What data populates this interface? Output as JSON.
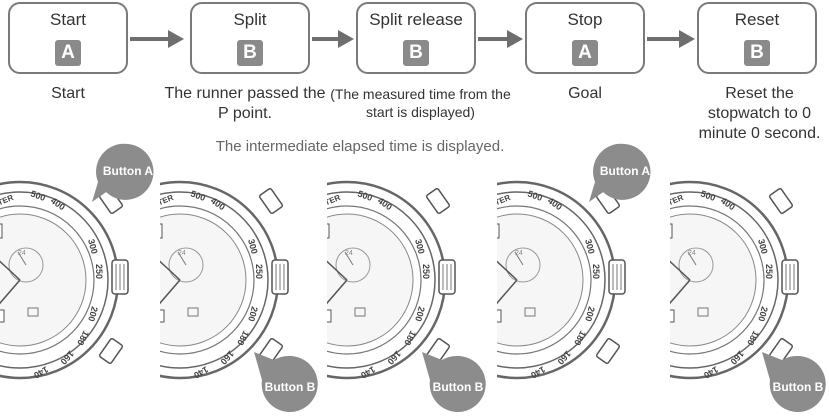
{
  "steps": [
    {
      "label": "Start",
      "key": "A",
      "caption": "Start"
    },
    {
      "label": "Split",
      "key": "B",
      "caption": "The runner passed the P point."
    },
    {
      "label": "Split release",
      "key": "B",
      "caption": "(The measured time from the start is displayed)"
    },
    {
      "label": "Stop",
      "key": "A",
      "caption": "Goal"
    },
    {
      "label": "Reset",
      "key": "B",
      "caption": "Reset the stopwatch to 0 minute 0 second."
    }
  ],
  "middle_note": "The intermediate elapsed time is displayed.",
  "callouts": {
    "button_a": "Button A",
    "button_b": "Button B"
  },
  "dial_labels": {
    "bezel": "METER",
    "n500": "500",
    "n400": "400",
    "n300": "300",
    "n250": "250",
    "n200": "200",
    "n180": "180",
    "n160": "160",
    "n140": "140",
    "n24": "24"
  },
  "colors": {
    "box_border": "#7a7a7a",
    "key_fill": "#8a8a8a",
    "arrow": "#6e6e6e",
    "callout": "#8c8c8c"
  }
}
